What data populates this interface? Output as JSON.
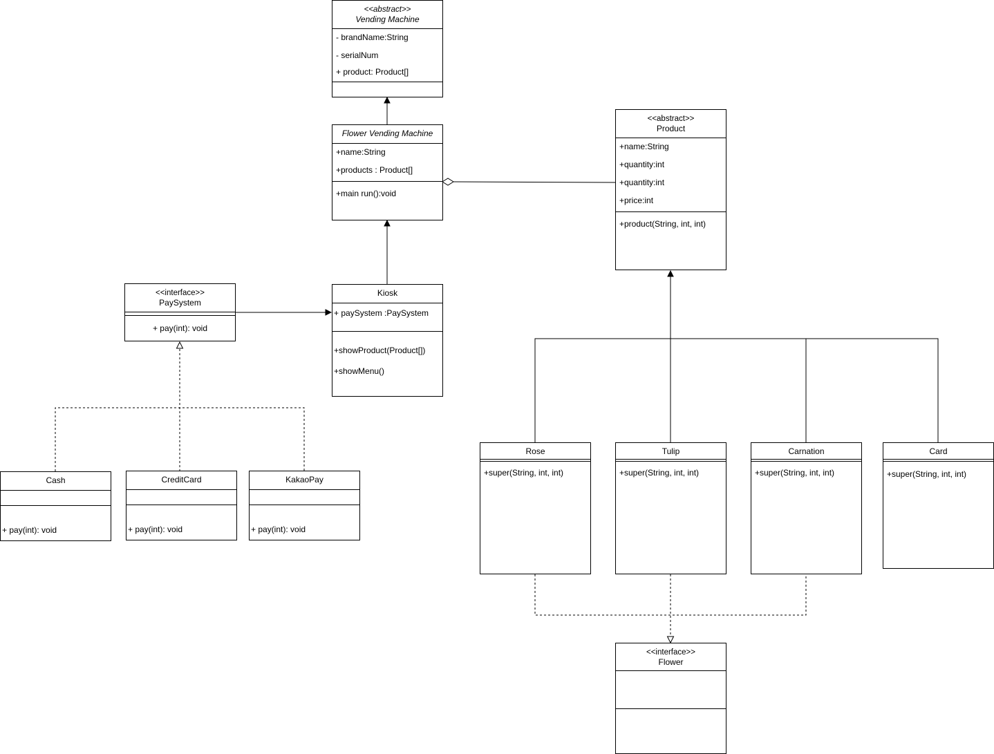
{
  "vending_machine": {
    "stereotype": "<<abstract>>",
    "name": "Vending Machine",
    "attributes": [
      "- brandName:String",
      "- serialNum",
      "+ product: Product[]"
    ]
  },
  "flower_vending_machine": {
    "name": "Flower Vending Machine",
    "attributes": [
      "+name:String",
      "+products : Product[]"
    ],
    "methods": [
      "+main run():void"
    ]
  },
  "kiosk": {
    "name": "Kiosk",
    "attributes": [
      "+ paySystem :PaySystem"
    ],
    "methods": [
      "+showProduct(Product[])",
      "+showMenu()"
    ]
  },
  "pay_system": {
    "stereotype": "<<interface>>",
    "name": "PaySystem",
    "methods": [
      "+ pay(int): void"
    ]
  },
  "cash": {
    "name": "Cash",
    "methods": [
      "+ pay(int): void"
    ]
  },
  "credit_card": {
    "name": "CreditCard",
    "methods": [
      "+ pay(int): void"
    ]
  },
  "kakao_pay": {
    "name": "KakaoPay",
    "methods": [
      "+ pay(int): void"
    ]
  },
  "product": {
    "stereotype": "<<abstract>>",
    "name": "Product",
    "attributes": [
      "+name:String",
      "+quantity:int",
      "+quantity:int",
      "+price:int"
    ],
    "methods": [
      "+product(String, int, int)"
    ]
  },
  "rose": {
    "name": "Rose",
    "methods": [
      "+super(String, int, int)"
    ]
  },
  "tulip": {
    "name": "Tulip",
    "methods": [
      "+super(String, int, int)"
    ]
  },
  "carnation": {
    "name": "Carnation",
    "methods": [
      "+super(String, int, int)"
    ]
  },
  "card": {
    "name": "Card",
    "methods": [
      "+super(String, int, int)"
    ]
  },
  "flower": {
    "stereotype": "<<interface>>",
    "name": "Flower"
  }
}
